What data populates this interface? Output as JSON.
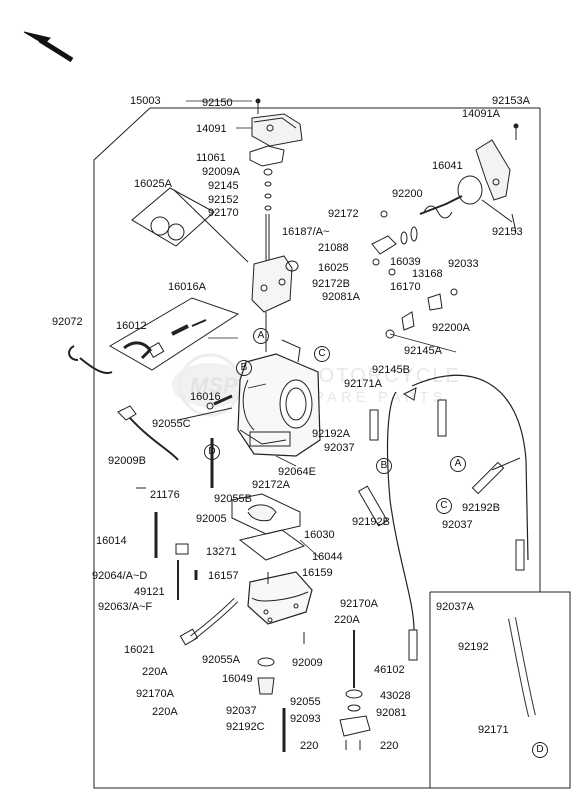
{
  "diagram": {
    "watermark_brand": "MSP",
    "watermark_text_1": "MOTORCYCLE",
    "watermark_text_2": "SPARE PARTS",
    "circle_markers": [
      "A",
      "B",
      "C",
      "D"
    ],
    "colors": {
      "line": "#222222",
      "watermark": "#cfcfcf",
      "background": "#ffffff"
    },
    "part_labels": [
      "15003",
      "92150",
      "14091",
      "11061",
      "92009A",
      "92145",
      "92152",
      "92170",
      "16025A",
      "16187/A~",
      "92172",
      "21088",
      "92200",
      "16041",
      "92153A",
      "14091A",
      "92153",
      "16039",
      "16025",
      "92172B",
      "92081A",
      "16170",
      "13168",
      "92033",
      "92200A",
      "92145A",
      "92145B",
      "92171A",
      "92192A",
      "92037",
      "16016A",
      "92072",
      "16012",
      "16016",
      "92055C",
      "92009B",
      "21176",
      "92064E",
      "92172A",
      "92055B",
      "92005",
      "16030",
      "16044",
      "16014",
      "13271",
      "92064/A~D",
      "49121",
      "16157",
      "16159",
      "92063/A~F",
      "92170A",
      "220A",
      "16021",
      "92009",
      "92055A",
      "16049",
      "46102",
      "220A",
      "92170A",
      "220A",
      "92037",
      "92192C",
      "92055",
      "92093",
      "92081",
      "43028",
      "220",
      "220",
      "92192B",
      "92192B",
      "92037",
      "92037A",
      "92192",
      "92171"
    ]
  }
}
